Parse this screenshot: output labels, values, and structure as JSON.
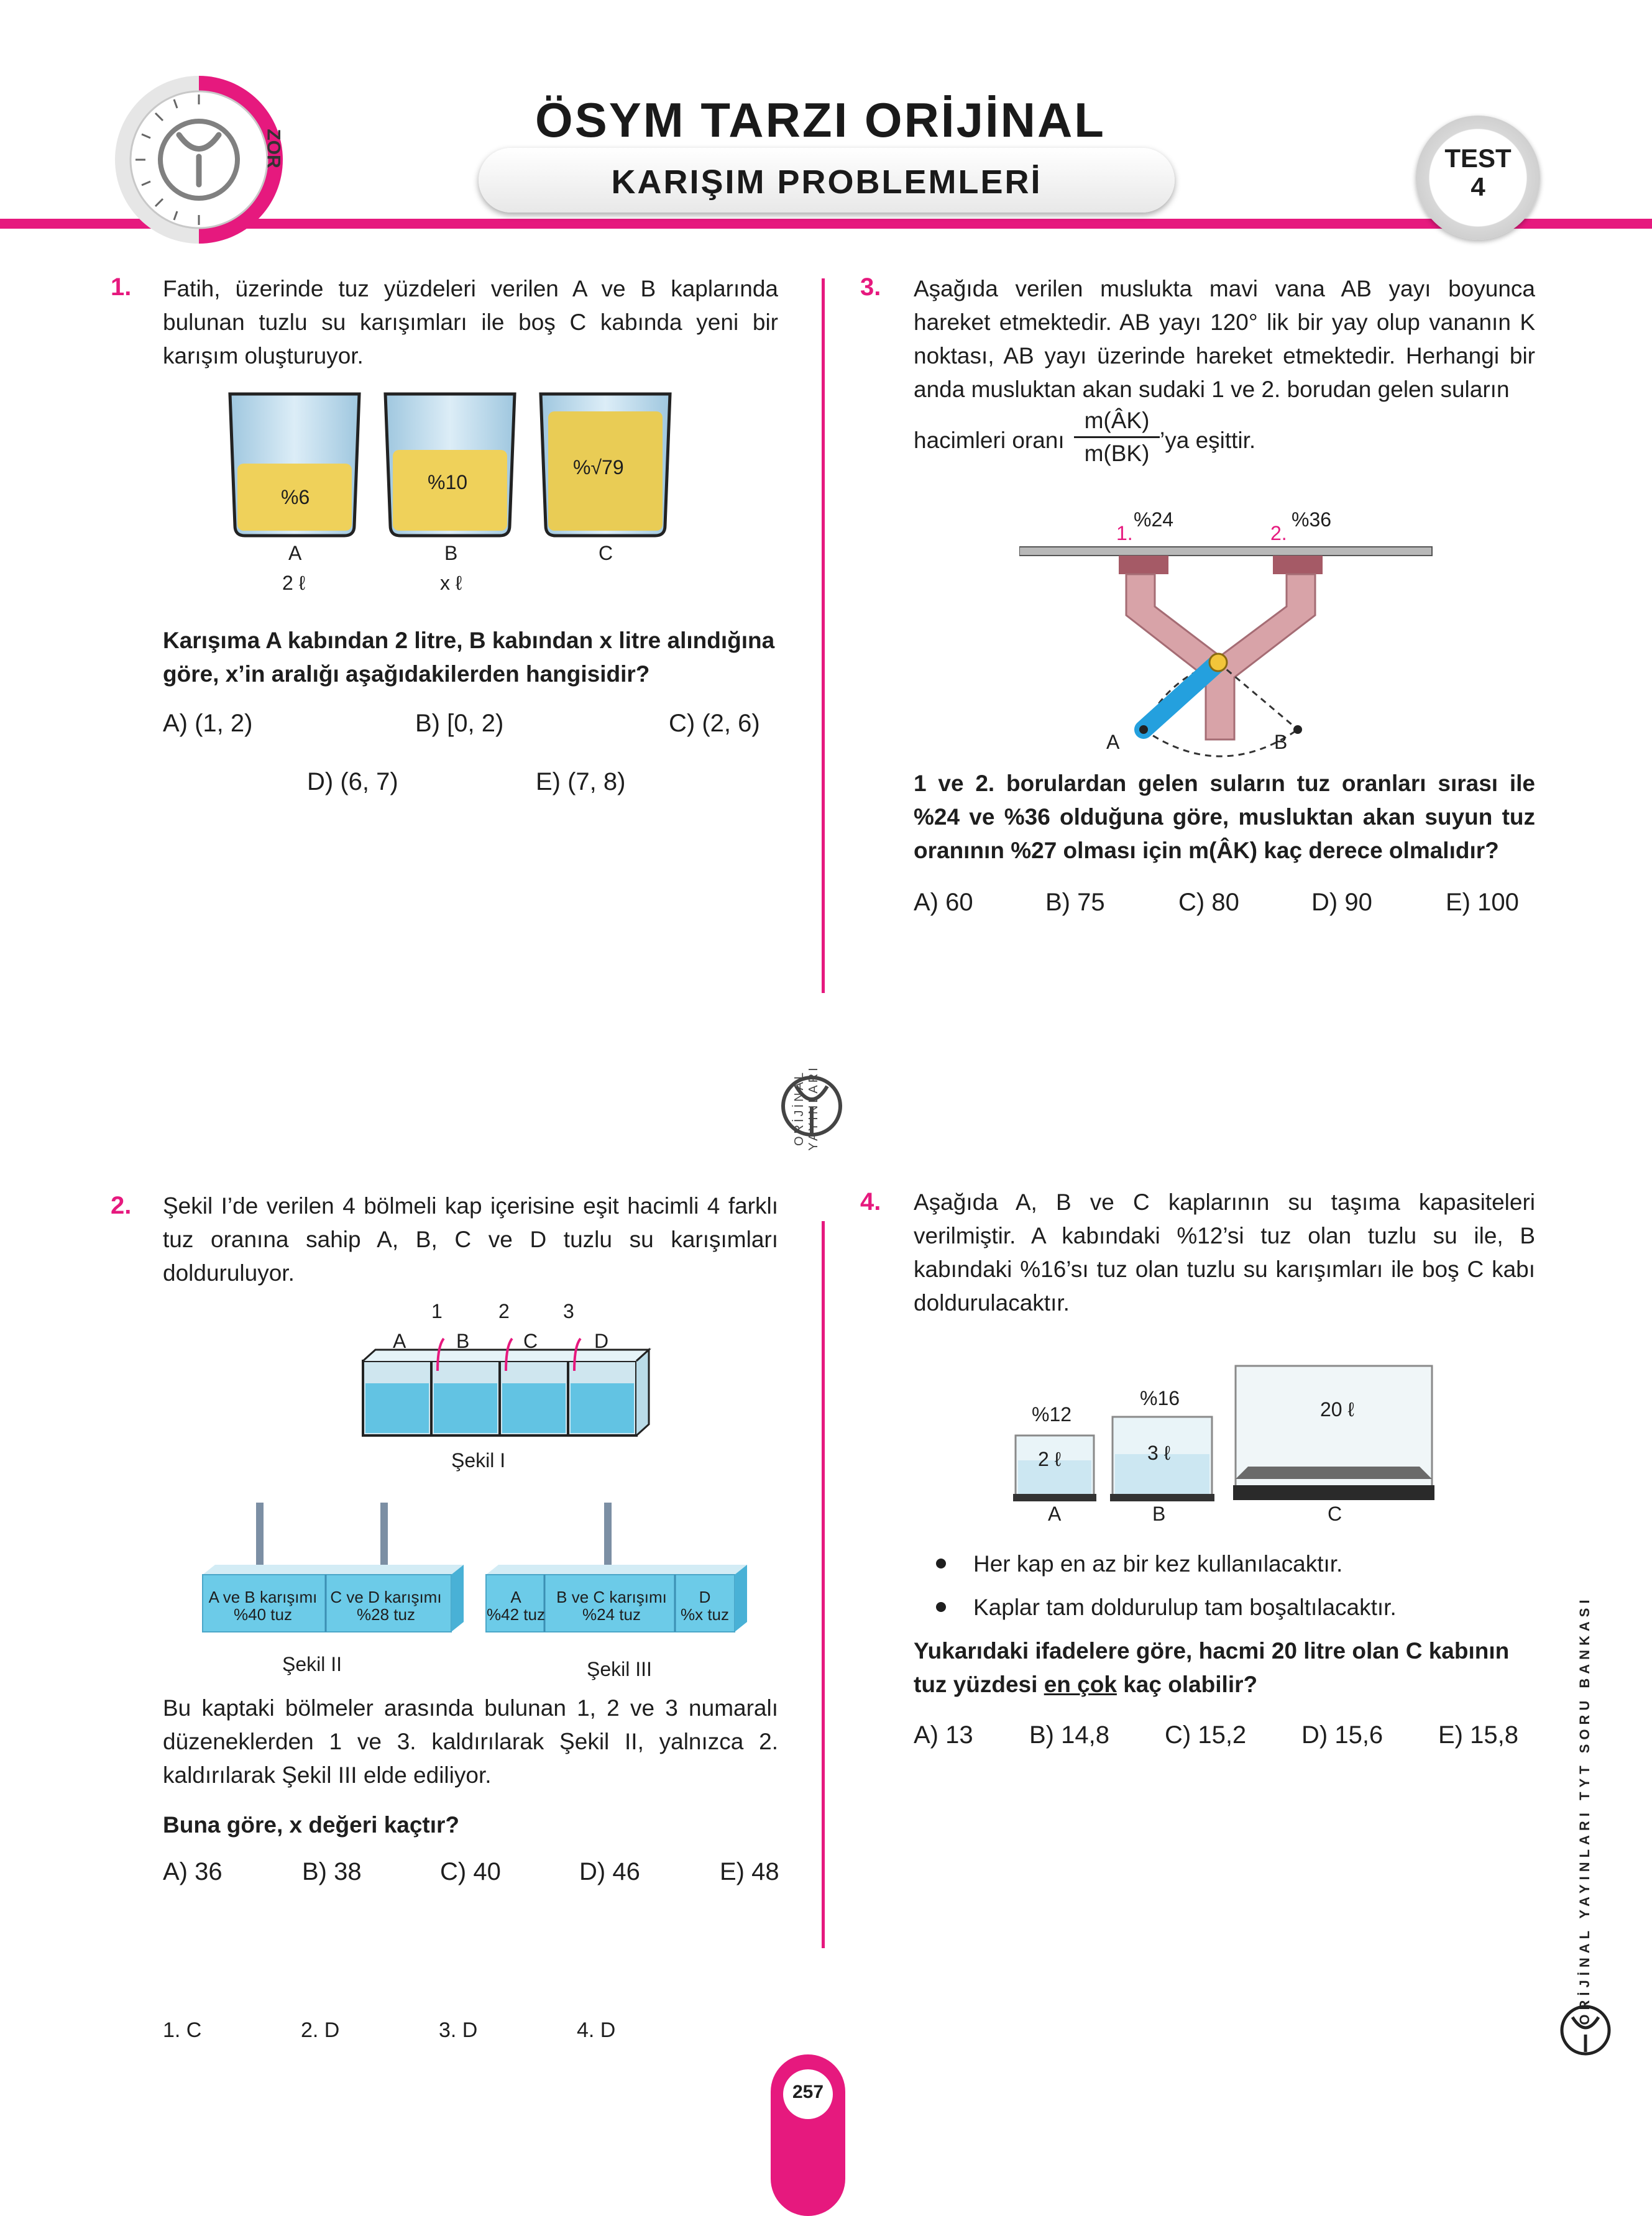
{
  "header": {
    "title": "ÖSYM TARZI ORİJİNAL SORULAR",
    "subtitle": "KARIŞIM PROBLEMLERİ",
    "difficulty": "ZOR",
    "test_label": "TEST",
    "test_number": "4",
    "accent_color": "#e6197e"
  },
  "q1": {
    "number": "1.",
    "text": "Fatih, üzerinde tuz yüzdeleri verilen A ve B kaplarında bulunan tuzlu su karışımları ile boş C kabında yeni bir karışım oluşturuyor.",
    "beakers": [
      {
        "pct": "%6",
        "name": "A",
        "vol": "2 ℓ"
      },
      {
        "pct": "%10",
        "name": "B",
        "vol": "x ℓ"
      },
      {
        "pct": "%√79",
        "name": "C",
        "vol": ""
      }
    ],
    "question": "Karışıma A kabından 2 litre, B kabından x litre alındığına göre, x’in aralığı aşağıdakilerden hangisidir?",
    "options": [
      "A) (1, 2)",
      "B) [0, 2)",
      "C) (2, 6)",
      "D) (6, 7)",
      "E) (7, 8)"
    ]
  },
  "q2": {
    "number": "2.",
    "text": "Şekil I’de verilen 4 bölmeli kap içerisine eşit hacimli 4 farklı tuz oranına sahip A, B, C ve D tuzlu su karışımları dolduruluyor.",
    "fig1_numbers": [
      "1",
      "2",
      "3"
    ],
    "fig1_letters": [
      "A",
      "B",
      "C",
      "D"
    ],
    "fig1_caption": "Şekil I",
    "fig2_left_label": "A ve B karışımı",
    "fig2_left_value": "%40 tuz",
    "fig2_right_label": "C ve D karışımı",
    "fig2_right_value": "%28 tuz",
    "fig2_caption": "Şekil II",
    "fig3_a_label": "A",
    "fig3_a_value": "%42 tuz",
    "fig3_bc_label": "B ve C karışımı",
    "fig3_bc_value": "%24 tuz",
    "fig3_d_label": "D",
    "fig3_d_value": "%x tuz",
    "fig3_caption": "Şekil III",
    "text2": "Bu kaptaki bölmeler arasında bulunan 1, 2 ve 3 numaralı düzeneklerden 1 ve 3. kaldırılarak Şekil II, yalnızca 2. kaldırılarak Şekil III elde ediliyor.",
    "question": "Buna göre, x değeri kaçtır?",
    "options": [
      "A) 36",
      "B) 38",
      "C) 40",
      "D) 46",
      "E) 48"
    ]
  },
  "q3": {
    "number": "3.",
    "text": "Aşağıda verilen muslukta mavi vana AB yayı boyunca hareket etmektedir. AB yayı 120° lik bir yay olup vananın K noktası, AB yayı üzerinde hareket etmektedir. Herhangi bir anda musluktan akan sudaki 1 ve 2. borudan gelen suların",
    "ratio_prefix": "hacimleri oranı",
    "ratio_num": "m(ÂK)",
    "ratio_den": "m(BK)",
    "ratio_suffix": "’ya eşittir.",
    "pipe1_num": "1.",
    "pipe1_pct": "%24",
    "pipe2_num": "2.",
    "pipe2_pct": "%36",
    "point_k": "K",
    "point_a": "A",
    "point_b": "B",
    "question": "1 ve 2. borulardan gelen suların tuz oranları sırası ile %24 ve %36 olduğuna göre, musluktan akan suyun tuz oranının %27 olması için m(ÂK) kaç derece olmalıdır?",
    "options": [
      "A) 60",
      "B) 75",
      "C) 80",
      "D) 90",
      "E) 100"
    ]
  },
  "q4": {
    "number": "4.",
    "text": "Aşağıda A, B ve C kaplarının su taşıma kapasiteleri verilmiştir. A kabındaki %12’si tuz olan tuzlu su ile, B kabındaki %16’sı tuz olan tuzlu su karışımları ile boş C kabı doldurulacaktır.",
    "tanks": [
      {
        "pct": "%12",
        "vol": "2 ℓ",
        "name": "A"
      },
      {
        "pct": "%16",
        "vol": "3 ℓ",
        "name": "B"
      },
      {
        "pct": "",
        "vol": "20 ℓ",
        "name": "C"
      }
    ],
    "bullets": [
      "Her kap en az bir kez kullanılacaktır.",
      "Kaplar tam doldurulup tam boşaltılacaktır."
    ],
    "question_a": "Yukarıdaki ifadelere göre, hacmi 20 litre olan C kabının tuz yüzdesi ",
    "question_u": "en çok",
    "question_b": " kaç olabilir?",
    "options": [
      "A) 13",
      "B) 14,8",
      "C) 15,2",
      "D) 15,6",
      "E) 15,8"
    ]
  },
  "answers": [
    "1. C",
    "2. D",
    "3. D",
    "4. D"
  ],
  "page_number": "257",
  "center_logo_text": "ORİJİNAL YAYINLARI",
  "side_text": "ORİJİNAL YAYINLARI TYT SORU BANKASI"
}
